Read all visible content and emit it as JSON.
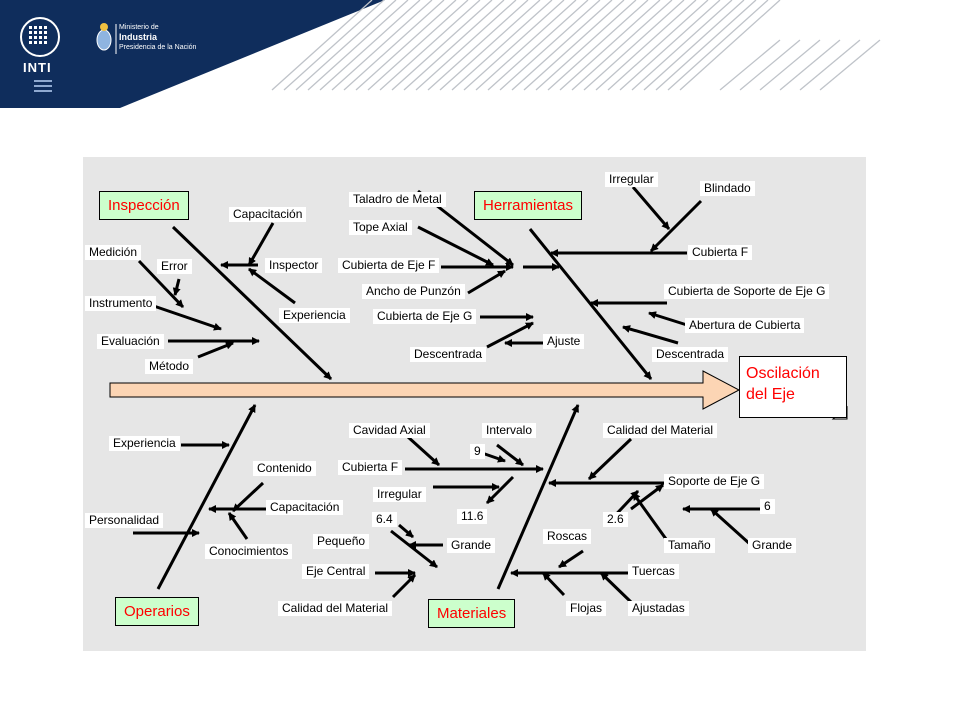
{
  "header": {
    "logo_text": "INTI",
    "ministry_line1": "Ministerio de",
    "ministry_line2": "Industria",
    "ministry_line3": "Presidencia de la Nación",
    "band_color": "#0f2d5c"
  },
  "diagram": {
    "effect": {
      "line1": "Oscilación",
      "line2": "del Eje"
    },
    "categories": {
      "inspeccion": "Inspección",
      "herramientas": "Herramientas",
      "operarios": "Operarios",
      "materiales": "Materiales"
    },
    "inspeccion_causes": [
      "Capacitación",
      "Medición",
      "Error",
      "Inspector",
      "Instrumento",
      "Experiencia",
      "Evaluación",
      "Método"
    ],
    "herramientas_causes": [
      "Irregular",
      "Blindado",
      "Taladro de Metal",
      "Tope Axial",
      "Cubierta F",
      "Cubierta de Eje F",
      "Ancho de Punzón",
      "Cubierta de Soporte de Eje G",
      "Cubierta de Eje G",
      "Abertura de Cubierta",
      "Ajuste",
      "Descentrada",
      "Descentrada"
    ],
    "operarios_causes": [
      "Experiencia",
      "Contenido",
      "Capacitación",
      "Personalidad",
      "Conocimientos"
    ],
    "materiales_causes": [
      "Cavidad Axial",
      "Intervalo",
      "9",
      "Calidad del Material",
      "Cubierta F",
      "Irregular",
      "Soporte de Eje G",
      "11.6",
      "6.4",
      "2.6",
      "6",
      "Roscas",
      "Pequeño",
      "Grande",
      "Tamaño",
      "Grande",
      "Eje Central",
      "Tuercas",
      "Calidad del Material",
      "Flojas",
      "Ajustadas"
    ],
    "colors": {
      "category_fill": "#ccffcc",
      "category_text": "#ff0000",
      "spine_fill": "#fcd5b4",
      "background": "#e6e6e6"
    }
  }
}
